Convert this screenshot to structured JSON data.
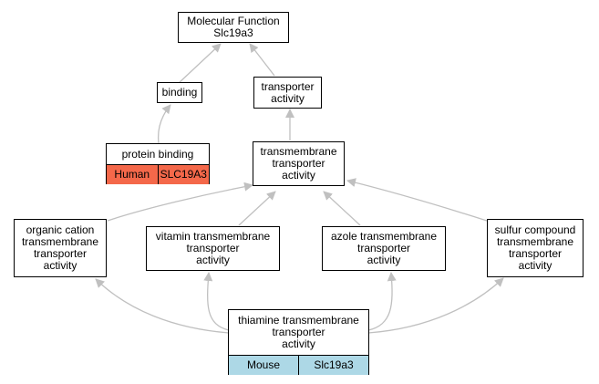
{
  "diagram": {
    "nodes": {
      "mf": "Molecular Function\nSlc19a3",
      "binding": "binding",
      "transporter": "transporter\nactivity",
      "transmembrane": "transmembrane\ntransporter\nactivity",
      "organic_cation": "organic cation\ntransmembrane\ntransporter\nactivity",
      "vitamin": "vitamin transmembrane\ntransporter\nactivity",
      "azole": "azole transmembrane\ntransporter\nactivity",
      "sulfur": "sulfur compound\ntransmembrane\ntransporter\nactivity"
    },
    "annotated": {
      "protein_binding": {
        "label": "protein binding",
        "species": "Human",
        "gene": "SLC19A3",
        "color": "#f4684a"
      },
      "thiamine": {
        "label": "thiamine transmembrane\ntransporter\nactivity",
        "species": "Mouse",
        "gene": "Slc19a3",
        "color": "#add8e6"
      }
    },
    "edge_color": "#c0c0c0"
  }
}
